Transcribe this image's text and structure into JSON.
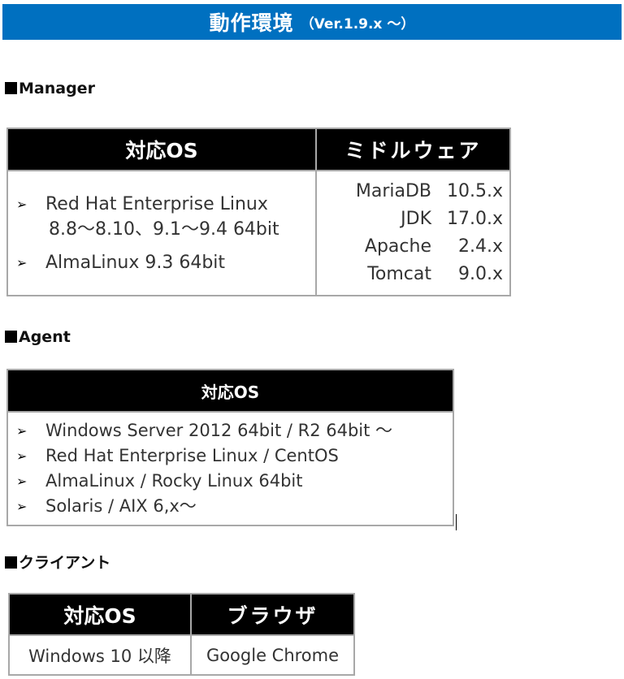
{
  "banner": {
    "title": "動作環境",
    "version": "（Ver.1.9.x ～）",
    "background_color": "#0070c0"
  },
  "sections": {
    "manager": {
      "title": "Manager",
      "table": {
        "headers": [
          "対応OS",
          "ミドルウェア"
        ],
        "os_items": [
          {
            "line1": "Red Hat Enterprise Linux",
            "line2": "8.8～8.10、9.1～9.4  64bit"
          },
          {
            "line1": "AlmaLinux 9.3 64bit"
          }
        ],
        "middleware": [
          {
            "name": "MariaDB",
            "version": "10.5.x"
          },
          {
            "name": "JDK",
            "version": "17.0.x"
          },
          {
            "name": "Apache",
            "version": "2.4.x"
          },
          {
            "name": "Tomcat",
            "version": "9.0.x"
          }
        ]
      }
    },
    "agent": {
      "title": "Agent",
      "table": {
        "header": "対応OS",
        "os_items": [
          "Windows Server  2012 64bit / R2 64bit ～",
          "Red Hat Enterprise Linux / CentOS",
          "AlmaLinux / Rocky Linux 64bit",
          "Solaris / AIX 6,x～"
        ]
      }
    },
    "client": {
      "title": "クライアント",
      "table": {
        "headers": [
          "対応OS",
          "ブラウザ"
        ],
        "row": [
          "Windows 10 以降",
          "Google Chrome"
        ]
      }
    }
  },
  "icons": {
    "section_marker": "■",
    "bullet": "➢"
  }
}
